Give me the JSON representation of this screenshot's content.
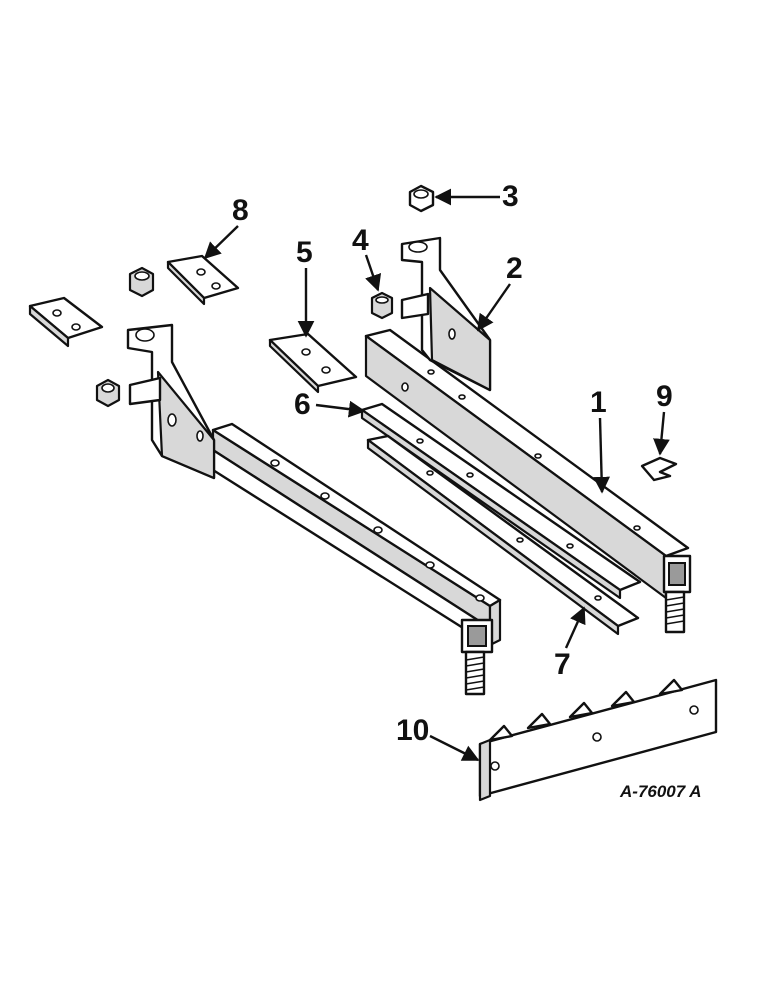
{
  "diagram": {
    "reference_code": "A-76007 A",
    "callouts": [
      {
        "id": "1",
        "label": "1"
      },
      {
        "id": "2",
        "label": "2"
      },
      {
        "id": "3",
        "label": "3"
      },
      {
        "id": "4",
        "label": "4"
      },
      {
        "id": "5",
        "label": "5"
      },
      {
        "id": "6",
        "label": "6"
      },
      {
        "id": "7",
        "label": "7"
      },
      {
        "id": "8",
        "label": "8"
      },
      {
        "id": "9",
        "label": "9"
      },
      {
        "id": "10",
        "label": "10"
      }
    ]
  }
}
